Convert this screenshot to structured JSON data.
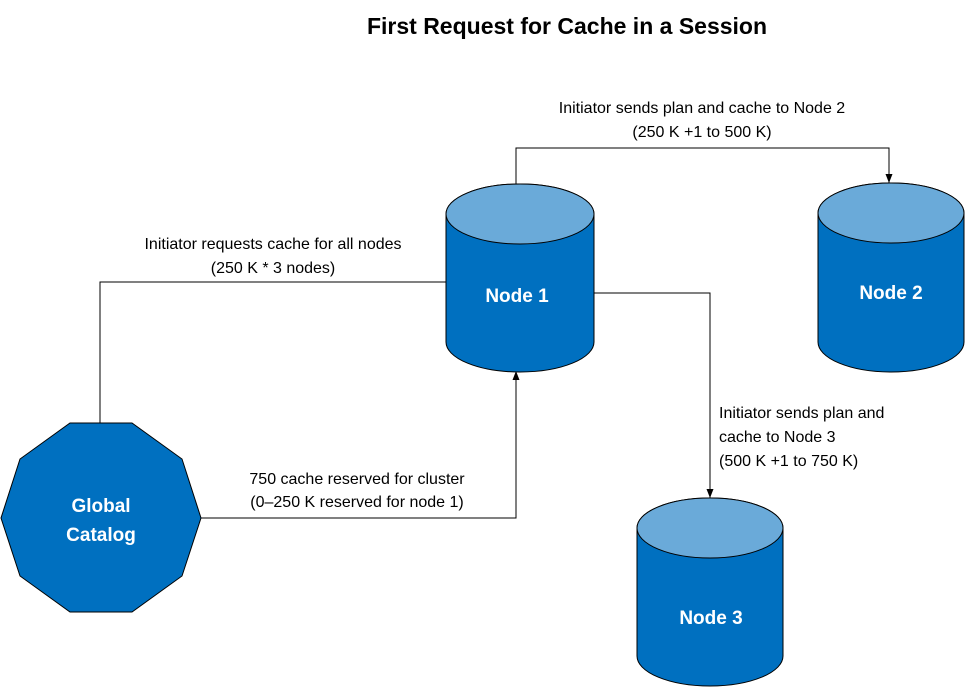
{
  "title": "First Request for Cache in a Session",
  "nodes": {
    "node1": {
      "label": "Node 1"
    },
    "node2": {
      "label": "Node 2"
    },
    "node3": {
      "label": "Node 3"
    },
    "catalog": {
      "line1": "Global",
      "line2": "Catalog"
    }
  },
  "edges": {
    "to_node2": {
      "line1": "Initiator sends plan and cache to Node 2",
      "line2": "(250 K +1 to 500 K)"
    },
    "to_catalog": {
      "line1": "Initiator requests cache for all nodes",
      "line2": "(250 K * 3 nodes)"
    },
    "to_node3": {
      "line1": "Initiator sends plan and",
      "line2": "cache to Node 3",
      "line3": "(500 K +1 to 750 K)"
    },
    "to_node1": {
      "line1": "750 cache reserved for cluster",
      "line2": "(0–250 K reserved for node 1)"
    }
  },
  "colors": {
    "cylinder_body": "#0070C0",
    "cylinder_top": "#6AAAD9",
    "shape_stroke": "#000000",
    "node_text": "#FFFFFF"
  }
}
